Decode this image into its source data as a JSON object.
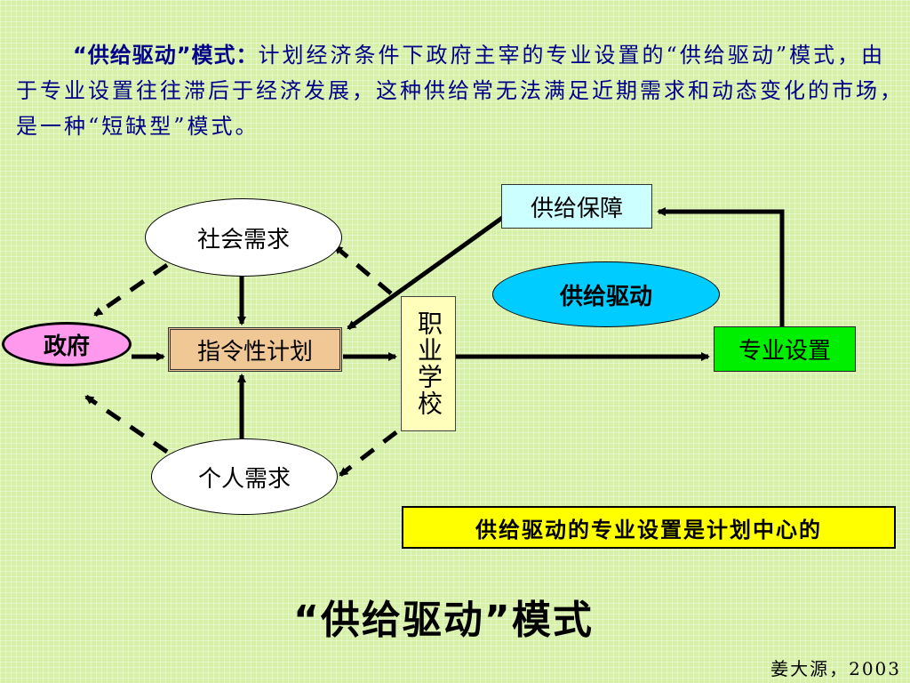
{
  "intro": {
    "lead": "“供给驱动”模式：",
    "body": "计划经济条件下政府主宰的专业设置的“供给驱动”模式，由于专业设置往往滞后于经济发展，这种供给常无法满足近期需求和动态变化的市场，是一种“短缺型”模式。"
  },
  "diagram": {
    "social_demand": "社会需求",
    "personal_demand": "个人需求",
    "government": "政府",
    "directive_plan": "指令性计划",
    "vocational_school": "职业学校",
    "specialty_setting": "专业设置",
    "supply_guarantee": "供给保障",
    "supply_driven": "供给驱动",
    "note": "供给驱动的专业设置是计划中心的"
  },
  "title": "“供给驱动”模式",
  "credit": "姜大源，2003"
}
